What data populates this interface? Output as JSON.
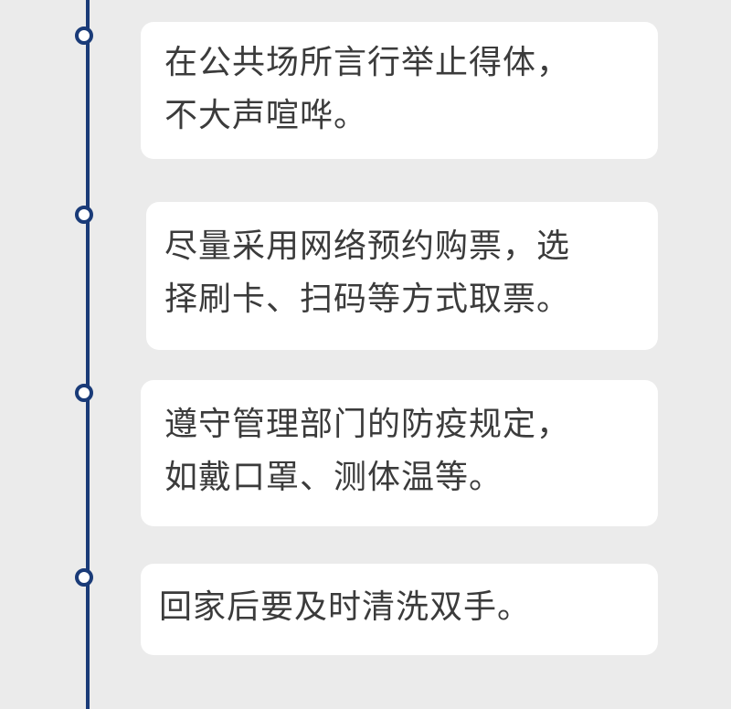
{
  "timeline": {
    "line_color": "#1a3b78",
    "card_background": "#ffffff",
    "background": "#ebebeb",
    "items": [
      {
        "lines": [
          "在公共场所言行举止得体，",
          "不大声喧哗。"
        ]
      },
      {
        "lines": [
          "尽量采用网络预约购票，选",
          "择刷卡、扫码等方式取票。"
        ]
      },
      {
        "lines": [
          "遵守管理部门的防疫规定，",
          "如戴口罩、测体温等。"
        ]
      },
      {
        "lines": [
          "回家后要及时清洗双手。"
        ]
      }
    ]
  }
}
